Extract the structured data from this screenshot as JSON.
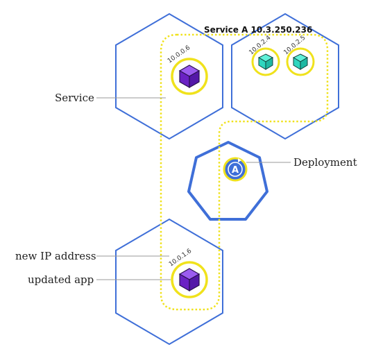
{
  "labels": {
    "service": "Service",
    "deployment": "Deployment",
    "new_ip": "new IP address",
    "updated_app": "updated app",
    "service_title": "Service A 10.3.250.236"
  },
  "pods": [
    {
      "ip": "10.0.0.6",
      "kind": "purple"
    },
    {
      "ip": "10.0.2.4",
      "kind": "teal"
    },
    {
      "ip": "10.0.2.5",
      "kind": "teal"
    },
    {
      "ip": "10.0.1.6",
      "kind": "purple"
    }
  ],
  "deployment_badge": "A",
  "colors": {
    "node_border": "#3f6fd8",
    "service_outline": "#f2e92a",
    "pod_ring": "#f0e21c",
    "purple_cube": "#7b2fd6",
    "teal_cube": "#2fd6bf",
    "leader_line": "#9a9a9a"
  }
}
